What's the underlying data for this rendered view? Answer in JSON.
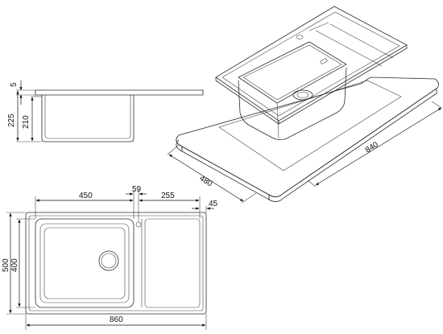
{
  "side_view": {
    "dimensions": {
      "depth_total": "225",
      "bowl_depth": "210",
      "flange": "5"
    }
  },
  "plan_view": {
    "dimensions": {
      "bowl_width": "450",
      "gap": "59",
      "drainer_offset": "255",
      "edge": "45",
      "overall_width": "860",
      "overall_height": "500",
      "bowl_height": "400"
    }
  },
  "cutout_view": {
    "dimensions": {
      "cutout_width": "840",
      "cutout_depth": "480"
    }
  },
  "colors": {
    "line": "#2b2b2b",
    "background": "#ffffff"
  }
}
